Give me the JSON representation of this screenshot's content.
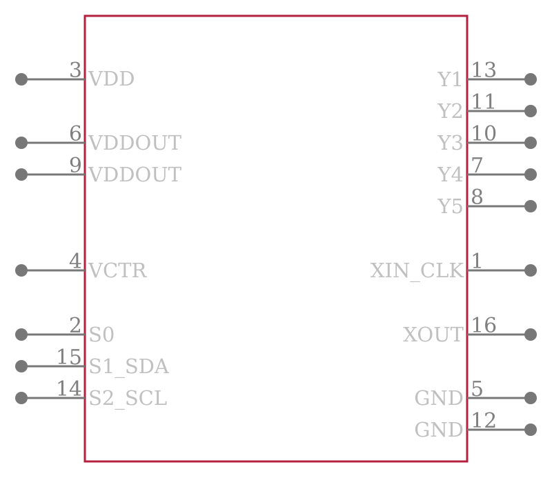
{
  "colors": {
    "body_outline": "#b5213c",
    "pin_line": "#777777",
    "pin_number": "#808080",
    "pin_name": "#c0c0c0"
  },
  "left_pins": [
    {
      "number": "3",
      "name": "VDD"
    },
    {
      "number": "6",
      "name": "VDDOUT"
    },
    {
      "number": "9",
      "name": "VDDOUT"
    },
    {
      "number": "4",
      "name": "VCTR"
    },
    {
      "number": "2",
      "name": "S0"
    },
    {
      "number": "15",
      "name": "S1_SDA"
    },
    {
      "number": "14",
      "name": "S2_SCL"
    }
  ],
  "right_pins": [
    {
      "number": "13",
      "name": "Y1"
    },
    {
      "number": "11",
      "name": "Y2"
    },
    {
      "number": "10",
      "name": "Y3"
    },
    {
      "number": "7",
      "name": "Y4"
    },
    {
      "number": "8",
      "name": "Y5"
    },
    {
      "number": "1",
      "name": "XIN_CLK"
    },
    {
      "number": "16",
      "name": "XOUT"
    },
    {
      "number": "5",
      "name": "GND"
    },
    {
      "number": "12",
      "name": "GND"
    }
  ]
}
